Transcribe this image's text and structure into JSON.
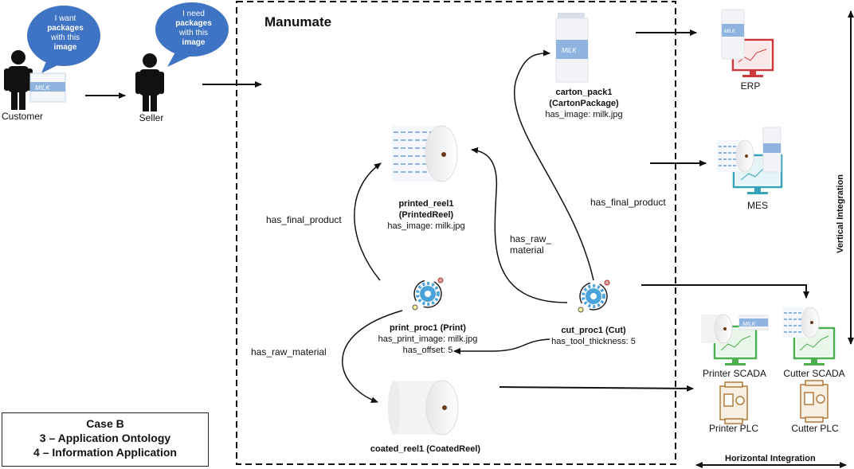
{
  "bubbles": {
    "customer": {
      "line1": "I want",
      "line2": "packages",
      "line3": "with this",
      "line4": "image"
    },
    "seller": {
      "line1": "I need",
      "line2": "packages",
      "line3": "with this",
      "line4": "image"
    }
  },
  "actors": {
    "customer": "Customer",
    "seller": "Seller"
  },
  "box_title": "Manumate",
  "milk_label": "MILK",
  "nodes": {
    "printed_reel": {
      "name": "printed_reel1",
      "cls": "(PrintedReel)",
      "prop": "has_image: milk.jpg"
    },
    "carton": {
      "name": "carton_pack1",
      "cls": "(CartonPackage)",
      "prop": "has_image: milk.jpg"
    },
    "print_proc": {
      "name": "print_proc1 (Print)",
      "prop1": "has_print_image: milk.jpg",
      "prop2": "has_offset: 5"
    },
    "cut_proc": {
      "name": "cut_proc1 (Cut)",
      "prop": "has_tool_thickness:  5"
    },
    "coated_reel": {
      "name": "coated_reel1 (CoatedReel)"
    }
  },
  "edges": {
    "print_final": "has_final_product",
    "print_raw": "has_raw_material",
    "cut_raw_1": "has_raw_",
    "cut_raw_2": "material",
    "cut_final": "has_final_product"
  },
  "systems": {
    "erp": "ERP",
    "mes": "MES",
    "printer_scada": "Printer SCADA",
    "cutter_scada": "Cutter SCADA",
    "printer_plc": "Printer PLC",
    "cutter_plc": "Cutter PLC"
  },
  "axes": {
    "vertical": "Vertical Integration",
    "horizontal": "Horizontal Integration"
  },
  "case": {
    "line1": "Case B",
    "line2": "3 – Application Ontology",
    "line3": "4 – Information Application"
  },
  "colors": {
    "bubble": "#3f73c4",
    "gear": "#4aa3d9",
    "erp": "#d0393a",
    "mes": "#36a3b8",
    "scada": "#4caf50",
    "plc": "#b07a3a",
    "milk": "#6fa8dc"
  }
}
